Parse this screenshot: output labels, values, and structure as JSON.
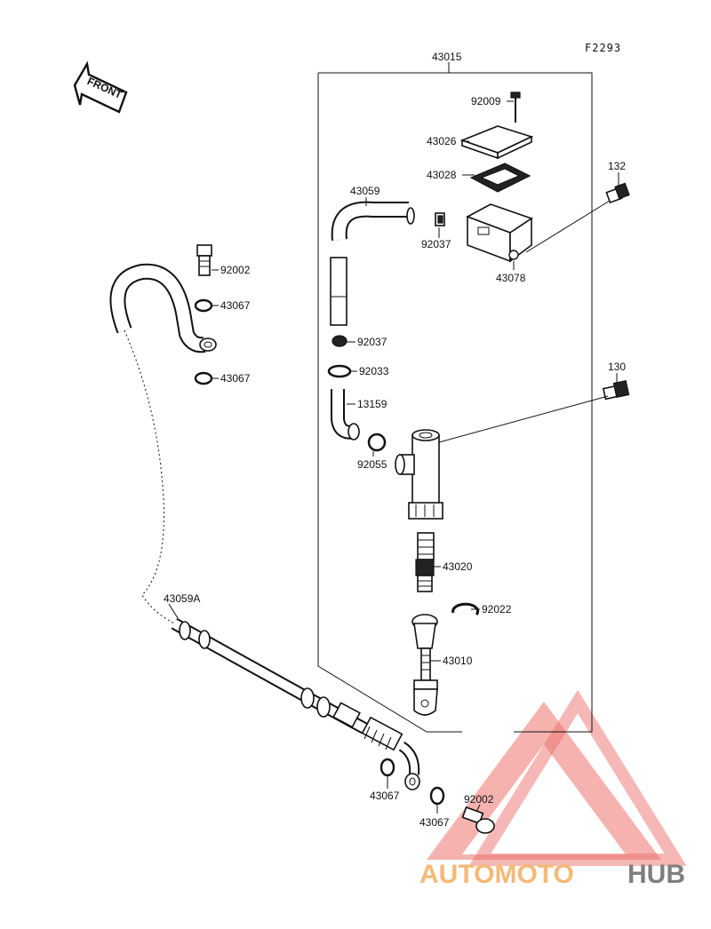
{
  "diagram_code": "F2293",
  "front_label": "FRONT",
  "watermark": {
    "text_part1": "AUTOMOTO",
    "text_part2": "HUB",
    "accent": "#f2a24a",
    "red": "#e8433e",
    "dark": "#555555"
  },
  "parts": [
    {
      "id": "p43015",
      "label": "43015"
    },
    {
      "id": "p92009",
      "label": "92009"
    },
    {
      "id": "p43026",
      "label": "43026"
    },
    {
      "id": "p43028",
      "label": "43028"
    },
    {
      "id": "p132",
      "label": "132"
    },
    {
      "id": "p43059",
      "label": "43059"
    },
    {
      "id": "p92037a",
      "label": "92037"
    },
    {
      "id": "p43078",
      "label": "43078"
    },
    {
      "id": "p92002a",
      "label": "92002"
    },
    {
      "id": "p43067a",
      "label": "43067"
    },
    {
      "id": "p43067b",
      "label": "43067"
    },
    {
      "id": "p92037b",
      "label": "92037"
    },
    {
      "id": "p92033",
      "label": "92033"
    },
    {
      "id": "p130",
      "label": "130"
    },
    {
      "id": "p13159",
      "label": "13159"
    },
    {
      "id": "p92055",
      "label": "92055"
    },
    {
      "id": "p43020",
      "label": "43020"
    },
    {
      "id": "p92022",
      "label": "92022"
    },
    {
      "id": "p43059A",
      "label": "43059A"
    },
    {
      "id": "p43010",
      "label": "43010"
    },
    {
      "id": "p43067c",
      "label": "43067"
    },
    {
      "id": "p43067d",
      "label": "43067"
    },
    {
      "id": "p92002b",
      "label": "92002"
    }
  ]
}
